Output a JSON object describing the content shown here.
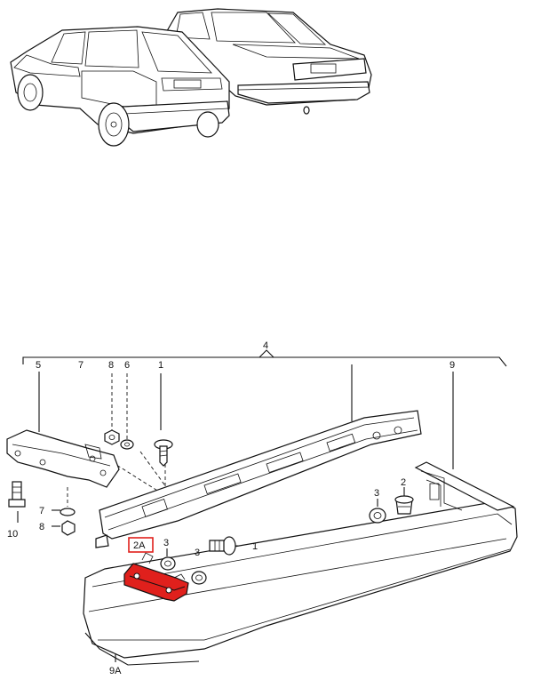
{
  "colors": {
    "highlight": "#e0201c",
    "line": "#111111"
  },
  "labels": {
    "assembly": "4",
    "bracket": "5",
    "clip_top": "7",
    "nut_top": "8",
    "washer_top": "6",
    "bolt_top": "1",
    "bumper_cover": "9",
    "grommet_right": "3",
    "clip_right": "2",
    "bolt_left": "10",
    "clip_left": "7",
    "nut_left": "8",
    "bolt_mid": "1",
    "highlighted_part": "2A",
    "grommet_a": "3",
    "grommet_b": "3",
    "bumper_lower": "9A"
  }
}
